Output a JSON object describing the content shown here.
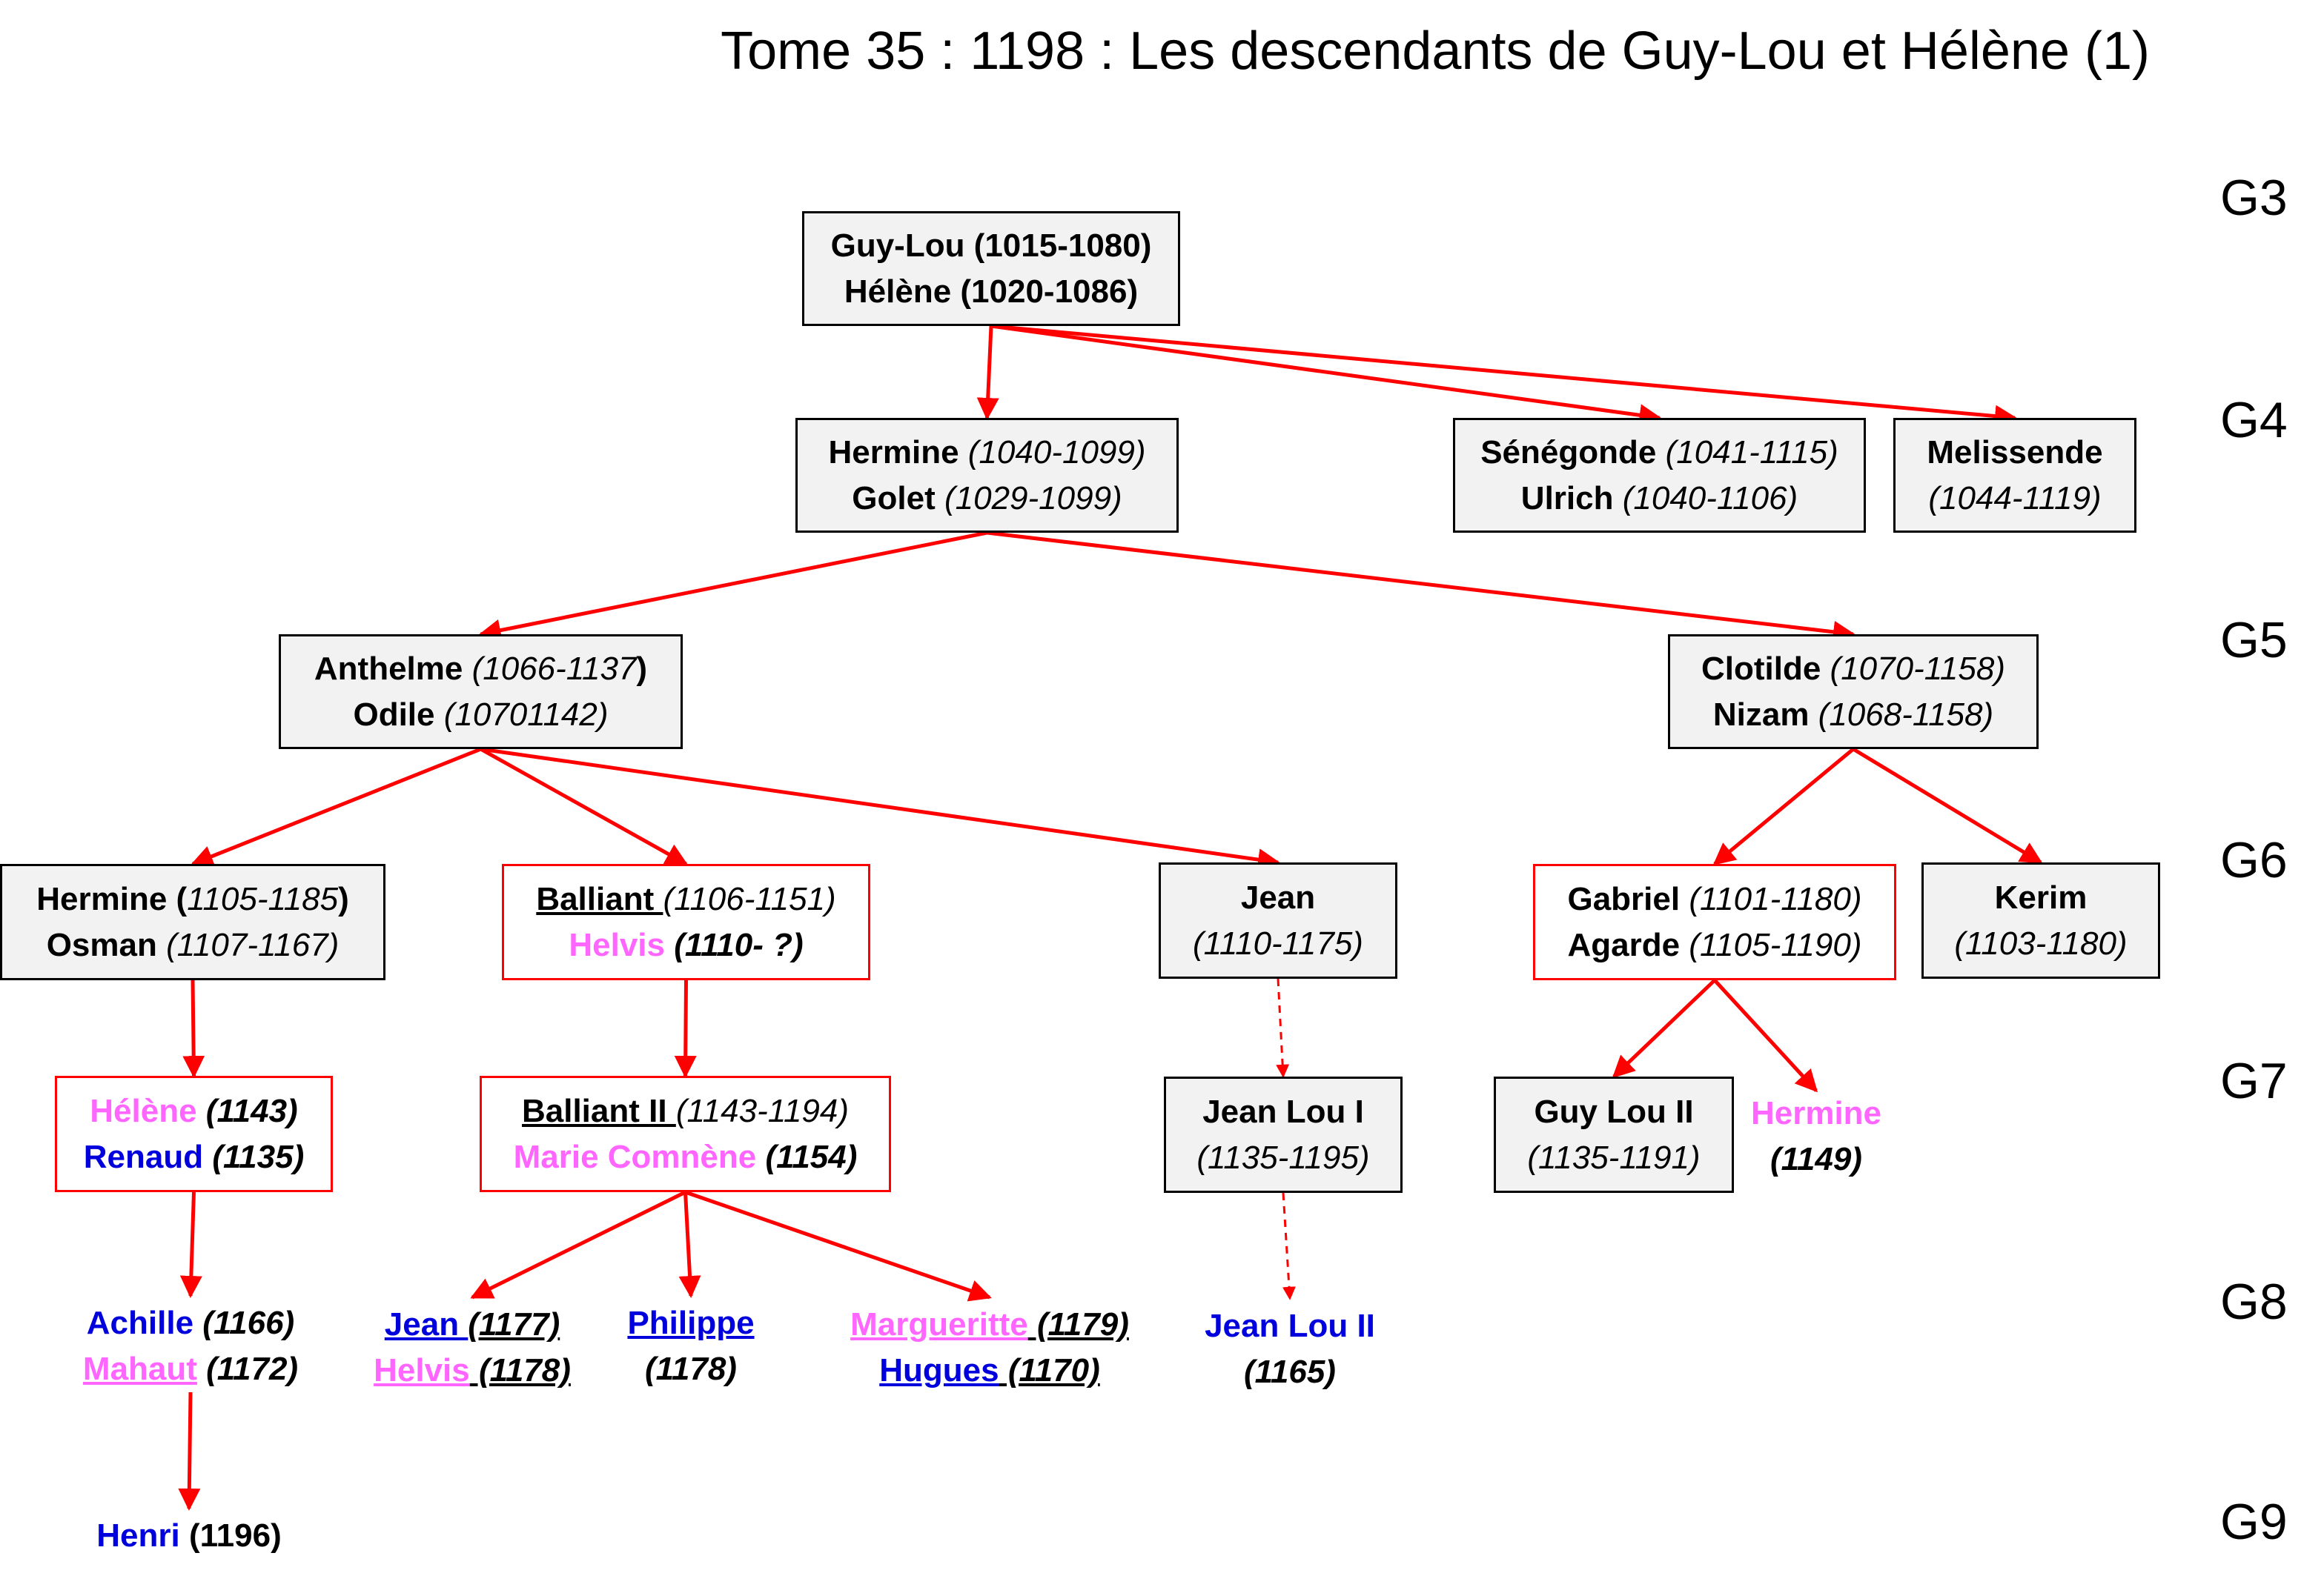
{
  "title": "Tome 35 : 1198 : Les descendants de Guy-Lou et Hélène (1)",
  "generations": [
    "G3",
    "G4",
    "G5",
    "G6",
    "G7",
    "G8",
    "G9"
  ],
  "colors": {
    "edge": "#ff0000",
    "male": "#0000dd",
    "female": "#ff66ff",
    "box_fill": "#f2f2f2"
  },
  "nodes": {
    "guylou": {
      "l1_name": "Guy-Lou (1015-1080)",
      "l2_name": "Hélène (1020-1086)"
    },
    "hermine1": {
      "l1_name": "Hermine",
      "l1_date": " (1040-1099)",
      "l2_name": "Golet",
      "l2_date": " (1029-1099)"
    },
    "senegonde": {
      "l1_name": "Sénégonde",
      "l1_date": " (1041-1115)",
      "l2_name": "Ulrich",
      "l2_date": " (1040-1106)"
    },
    "melissende": {
      "l1_name": "Melissende",
      "l2_date": "(1044-1119)"
    },
    "anthelme": {
      "l1_name": "Anthelme",
      "l1_date": " (1066-1137",
      "l1_close": ")",
      "l2_name": "Odile",
      "l2_date": " (10701142)"
    },
    "clotilde": {
      "l1_name": "Clotilde",
      "l1_date": " (1070-1158)",
      "l2_name": "Nizam",
      "l2_date": " (1068-1158)"
    },
    "hermine2": {
      "l1_name": "Hermine (",
      "l1_date": "1105-1185",
      "l1_close": ")",
      "l2_name": "Osman",
      "l2_date": " (1107-1167)"
    },
    "balliant": {
      "l1_name": "Balliant ",
      "l1_date": "(1106-1151)",
      "l2_name": "Helvis",
      "l2_date": " (1110- ?)"
    },
    "jean": {
      "l1_name": "Jean",
      "l2_date": "(1110-1175)"
    },
    "gabriel": {
      "l1_name": "Gabriel",
      "l1_date": " (1101-1180)",
      "l2_name": "Agarde",
      "l2_date": " (1105-1190)"
    },
    "kerim": {
      "l1_name": "Kerim",
      "l2_date": "(1103-1180)"
    },
    "helene": {
      "l1_name": "Hélène",
      "l1_date": " (1143)",
      "l2_name": "Renaud",
      "l2_date": " (1135)"
    },
    "balliant2": {
      "l1_name": "Balliant II ",
      "l1_date": "(1143-1194)",
      "l2_name": "Marie Comnène",
      "l2_date": " (1154)"
    },
    "jeanlou1": {
      "l1_name": "Jean Lou I",
      "l2_date": "(1135-1195)"
    },
    "guylou2": {
      "l1_name": "Guy Lou II",
      "l2_date": "(1135-1191)"
    },
    "hermine3": {
      "l1_name": "Hermine",
      "l2_date": "(1149)"
    },
    "achille": {
      "l1_name": "Achille",
      "l1_date": " (1166)",
      "l2_name": "Mahaut",
      "l2_date": " (1172)"
    },
    "jeanhelvis": {
      "l1_name": "Jean ",
      "l1_date": "(1177)",
      "l2_name": "Helvis",
      "l2_date": " (1178)"
    },
    "philippe": {
      "l1_name": "Philippe",
      "l2_date": "(1178)"
    },
    "marguerite": {
      "l1_name": "Margueritte",
      "l1_date": " (1179)",
      "l2_name": "Hugues",
      "l2_date": " (1170)"
    },
    "jeanlou2": {
      "l1_name": "Jean Lou II",
      "l2_date": "(1165)"
    },
    "henri": {
      "l1_name": "Henri",
      "l1_date": " (1196)"
    }
  },
  "edges": [
    {
      "from": "guylou",
      "to": "hermine1",
      "style": "solid"
    },
    {
      "from": "guylou",
      "to": "senegonde",
      "style": "solid"
    },
    {
      "from": "guylou",
      "to": "melissende",
      "style": "solid"
    },
    {
      "from": "hermine1",
      "to": "anthelme",
      "style": "solid"
    },
    {
      "from": "hermine1",
      "to": "clotilde",
      "style": "solid"
    },
    {
      "from": "anthelme",
      "to": "hermine2",
      "style": "solid"
    },
    {
      "from": "anthelme",
      "to": "balliant",
      "style": "solid"
    },
    {
      "from": "anthelme",
      "to": "jean",
      "style": "solid"
    },
    {
      "from": "clotilde",
      "to": "gabriel",
      "style": "solid"
    },
    {
      "from": "clotilde",
      "to": "kerim",
      "style": "solid"
    },
    {
      "from": "hermine2",
      "to": "helene",
      "style": "solid"
    },
    {
      "from": "balliant",
      "to": "balliant2",
      "style": "solid"
    },
    {
      "from": "jean",
      "to": "jeanlou1",
      "style": "dashed"
    },
    {
      "from": "gabriel",
      "to": "guylou2",
      "style": "solid"
    },
    {
      "from": "gabriel",
      "to": "hermine3",
      "style": "solid"
    },
    {
      "from": "helene",
      "to": "achille",
      "style": "solid"
    },
    {
      "from": "balliant2",
      "to": "jeanhelvis",
      "style": "solid"
    },
    {
      "from": "balliant2",
      "to": "philippe",
      "style": "solid"
    },
    {
      "from": "balliant2",
      "to": "marguerite",
      "style": "solid"
    },
    {
      "from": "jeanlou1",
      "to": "jeanlou2",
      "style": "dashed"
    },
    {
      "from": "achille",
      "to": "henri",
      "style": "solid"
    }
  ]
}
